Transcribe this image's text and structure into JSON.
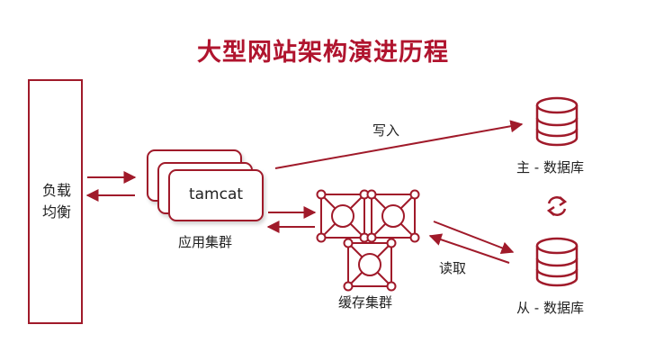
{
  "title": "大型网站架构演进历程",
  "load_balancer": {
    "line1": "负载",
    "line2": "均衡"
  },
  "app_cluster": {
    "node_label": "tamcat",
    "caption": "应用集群"
  },
  "cache_cluster": {
    "caption": "缓存集群"
  },
  "db_master": {
    "caption": "主 - 数据库"
  },
  "db_slave": {
    "caption": "从 - 数据库"
  },
  "edges": {
    "write_label": "写入",
    "read_label": "读取"
  },
  "colors": {
    "accent": "#a01a2a",
    "title": "#b0142e"
  },
  "icons": [
    "database-icon",
    "sync-icon",
    "cache-node-icon"
  ]
}
